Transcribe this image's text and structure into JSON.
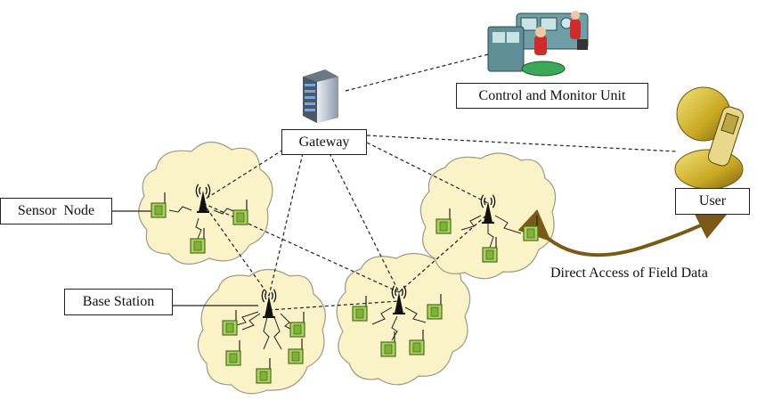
{
  "labels": {
    "control_unit": "Control and Monitor Unit",
    "gateway": "Gateway",
    "user": "User",
    "sensor_node": "Sensor  Node",
    "base_station": "Base Station",
    "direct_access": "Direct Access of Field Data"
  },
  "icons": {
    "server": "server-icon",
    "control_room": "control-room-icon",
    "user": "user-phone-icon",
    "sensor": "sensor-node-icon",
    "antenna": "base-station-antenna-icon"
  },
  "colors": {
    "cloud_fill": "#FAF3C8",
    "cloud_stroke": "#9E9A86",
    "sensor_fill": "#A8D45A",
    "sensor_stroke": "#4F6B22",
    "arrow": "#7A5A14",
    "link": "#222222"
  }
}
